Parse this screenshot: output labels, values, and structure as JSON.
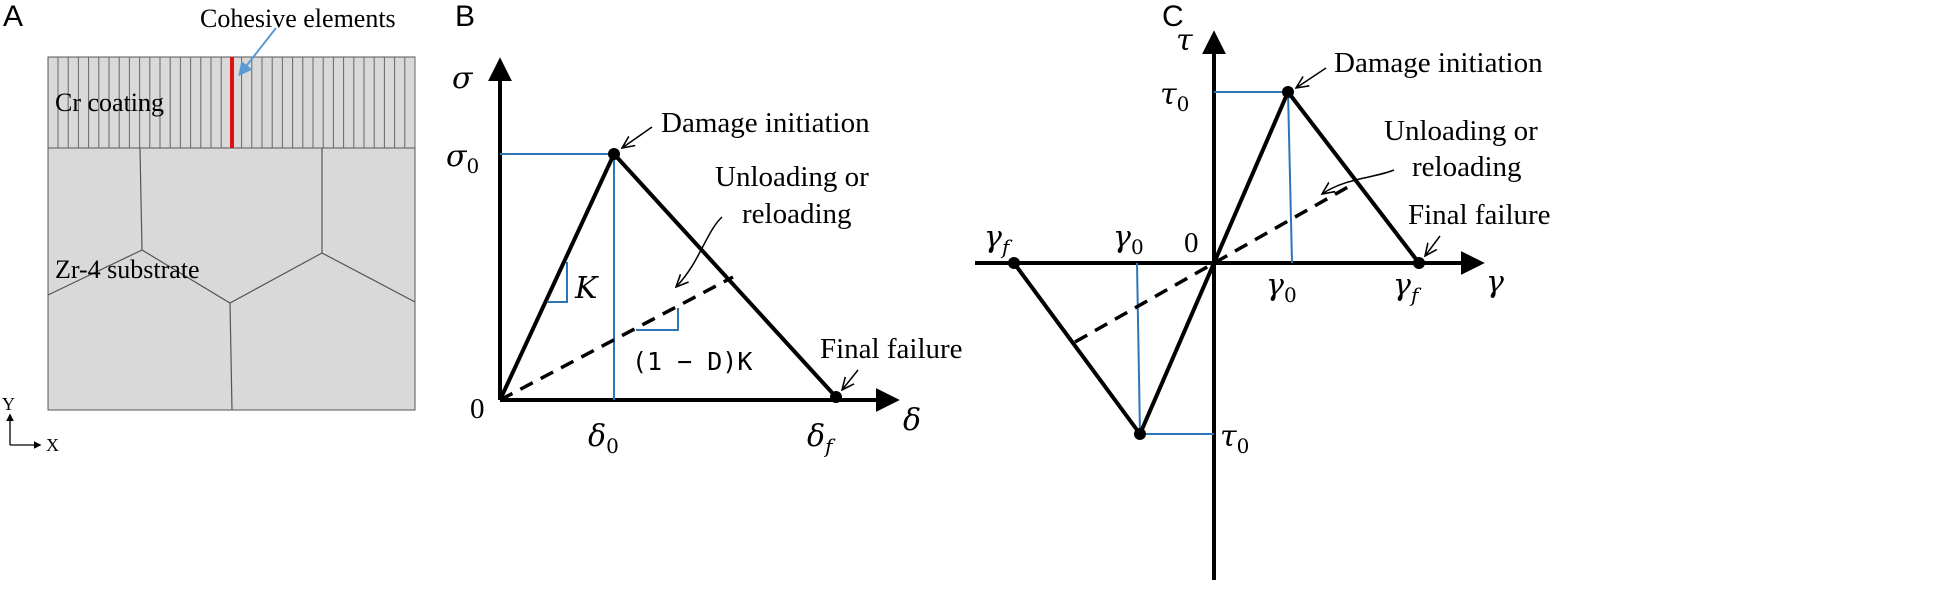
{
  "panels": {
    "a": {
      "label": "A",
      "callout": "Cohesive elements",
      "coating_label": "Cr coating",
      "substrate_label": "Zr-4 substrate",
      "axis_y": "Y",
      "axis_x": "X",
      "colors": {
        "cohesive": "#e01010",
        "callout_arrow": "#5b9bd5",
        "mesh_fill": "#d9d9d9"
      }
    },
    "b": {
      "label": "B",
      "axis_y_symbol": "σ",
      "axis_x_symbol": "δ",
      "origin": "0",
      "sigma0_base": "σ",
      "sigma0_sub": "0",
      "delta0_base": "δ",
      "delta0_sub": "0",
      "deltaf_base": "δ",
      "deltaf_sub": "f",
      "damage_initiation": "Damage initiation",
      "unloading_line1": "Unloading or",
      "unloading_line2": "reloading",
      "final_failure": "Final failure",
      "stiffness_label": "K",
      "degraded_label": "(1 − D)K",
      "colors": {
        "guide": "#2e75b6"
      }
    },
    "c": {
      "label": "C",
      "axis_y_symbol": "τ",
      "axis_x_symbol": "γ",
      "origin": "0",
      "tau0_top_base": "τ",
      "tau0_top_sub": "0",
      "tau0_bottom_base": "τ",
      "tau0_bottom_sub": "0",
      "gamma0_pos_base": "γ",
      "gamma0_pos_sub": "0",
      "gammaf_pos_base": "γ",
      "gammaf_pos_sub": "f",
      "gamma0_neg_base": "γ",
      "gamma0_neg_sub": "0",
      "gammaf_neg_base": "γ",
      "gammaf_neg_sub": "f",
      "damage_initiation": "Damage initiation",
      "unloading_line1": "Unloading or",
      "unloading_line2": "reloading",
      "final_failure": "Final failure",
      "colors": {
        "guide": "#2e75b6"
      }
    }
  }
}
